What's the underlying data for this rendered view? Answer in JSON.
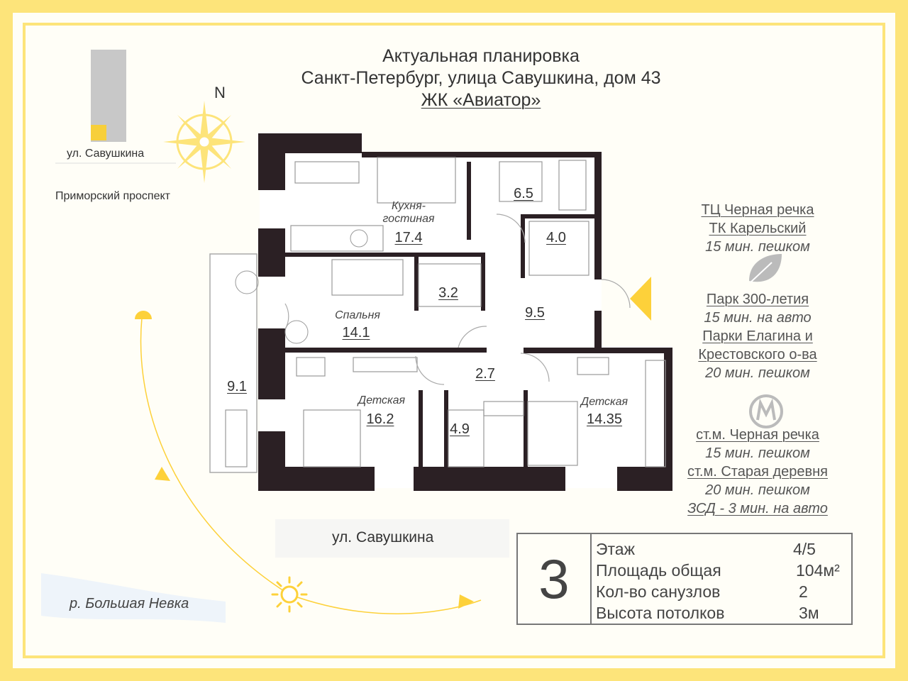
{
  "header": {
    "line1": "Актуальная планировка",
    "line2": "Санкт-Петербург, улица Савушкина, дом 43",
    "line3": "ЖК «Авиатор»"
  },
  "location_map": {
    "street_top": "ул. Савушкина",
    "avenue": "Приморский проспект",
    "compass_north": "N"
  },
  "rooms": [
    {
      "name": "Кухня-",
      "name2": "гостиная",
      "area": "17.4"
    },
    {
      "name": "",
      "area": "6.5"
    },
    {
      "name": "",
      "area": "4.0"
    },
    {
      "name": "",
      "area": "3.2"
    },
    {
      "name": "Спальня",
      "area": "14.1"
    },
    {
      "name": "",
      "area": "9.5"
    },
    {
      "name": "",
      "area": "9.1"
    },
    {
      "name": "",
      "area": "2.7"
    },
    {
      "name": "Детская",
      "area": "16.2"
    },
    {
      "name": "",
      "area": "4.9"
    },
    {
      "name": "Детская",
      "area": "14.35"
    }
  ],
  "street_bottom": "ул. Савушкина",
  "river": "р. Большая Невка",
  "poi": {
    "mall1": "ТЦ Черная речка",
    "mall2": "ТК Карельский",
    "mall_time": "15 мин. пешком",
    "park1": "Парк 300-летия",
    "park1_time": "15 мин. на авто",
    "park2a": "Парки Елагина и",
    "park2b": "Крестовского о-ва",
    "park2_time": "20 мин. пешком",
    "metro1": "ст.м. Черная речка",
    "metro1_time": "15 мин. пешком",
    "metro2": "ст.м. Старая деревня",
    "metro2_time": "20 мин. пешком",
    "zsd": "ЗСД - 3 мин. на авто"
  },
  "info": {
    "rooms_count": "3",
    "rows": [
      {
        "label": "Этаж",
        "value": "4/5"
      },
      {
        "label": "Площадь общая",
        "value": "104м²"
      },
      {
        "label": "Кол-во санузлов",
        "value": "2"
      },
      {
        "label": "Высота потолков",
        "value": "3м"
      }
    ]
  },
  "colors": {
    "accent_yellow": "#fdd13a",
    "wall": "#2b2024",
    "frame": "#fde47a"
  }
}
